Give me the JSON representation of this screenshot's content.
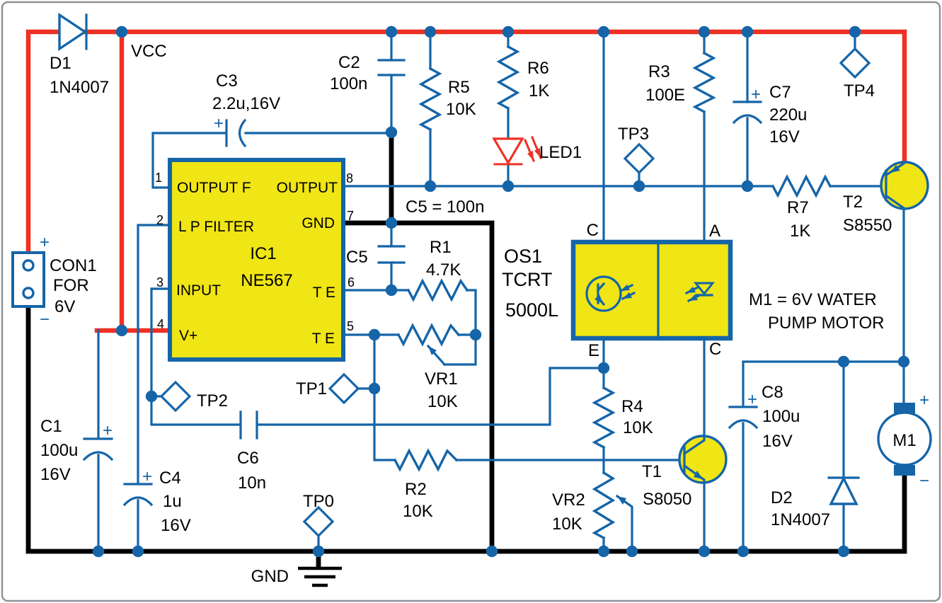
{
  "colors": {
    "wire": "#1565a8",
    "power": "#ee3124",
    "ground": "#000000",
    "compfill": "#f0e515",
    "text": "#000000",
    "border": "#8e9398"
  },
  "power": {
    "vcc": "VCC",
    "gnd": "GND",
    "plus": "+",
    "minus": "−"
  },
  "connector": {
    "ref": "CON1",
    "line2": "FOR",
    "line3": "6V"
  },
  "ic1": {
    "ref": "IC1",
    "part": "NE567",
    "pins": {
      "p1": {
        "num": "1",
        "label": "OUTPUT F"
      },
      "p2": {
        "num": "2",
        "label": "L P FILTER"
      },
      "p3": {
        "num": "3",
        "label": "INPUT"
      },
      "p4": {
        "num": "4",
        "label": "V+"
      },
      "p5": {
        "num": "5",
        "label": "T E"
      },
      "p6": {
        "num": "6",
        "label": "T E"
      },
      "p7": {
        "num": "7",
        "label": "GND"
      },
      "p8": {
        "num": "8",
        "label": "OUTPUT"
      }
    }
  },
  "os1": {
    "ref": "OS1",
    "part1": "TCRT",
    "part2": "5000L",
    "pin_tl": "C",
    "pin_tr": "A",
    "pin_bl": "E",
    "pin_br": "C"
  },
  "resistors": {
    "r1": {
      "ref": "R1",
      "value": "4.7K"
    },
    "r2": {
      "ref": "R2",
      "value": "10K"
    },
    "r3": {
      "ref": "R3",
      "value": "100E"
    },
    "r4": {
      "ref": "R4",
      "value": "10K"
    },
    "r5": {
      "ref": "R5",
      "value": "10K"
    },
    "r6": {
      "ref": "R6",
      "value": "1K"
    },
    "r7": {
      "ref": "R7",
      "value": "1K"
    },
    "vr1": {
      "ref": "VR1",
      "value": "10K"
    },
    "vr2": {
      "ref": "VR2",
      "value": "10K"
    }
  },
  "capacitors": {
    "c1": {
      "ref": "C1",
      "value": "100u",
      "volt": "16V"
    },
    "c2": {
      "ref": "C2",
      "value": "100n"
    },
    "c3": {
      "ref": "C3",
      "value": "2.2u,16V"
    },
    "c4": {
      "ref": "C4",
      "value": "1u",
      "volt": "16V"
    },
    "c5": {
      "ref": "C5"
    },
    "c6": {
      "ref": "C6",
      "value": "10n"
    },
    "c7": {
      "ref": "C7",
      "value": "220u",
      "volt": "16V"
    },
    "c8": {
      "ref": "C8",
      "value": "100u",
      "volt": "16V"
    }
  },
  "diodes": {
    "d1": {
      "ref": "D1",
      "value": "1N4007"
    },
    "d2": {
      "ref": "D2",
      "value": "1N4007"
    },
    "led1": {
      "ref": "LED1"
    }
  },
  "transistors": {
    "t1": {
      "ref": "T1",
      "part": "S8050"
    },
    "t2": {
      "ref": "T2",
      "part": "S8550"
    }
  },
  "motor": {
    "ref": "M1"
  },
  "test_points": {
    "tp0": "TP0",
    "tp1": "TP1",
    "tp2": "TP2",
    "tp3": "TP3",
    "tp4": "TP4"
  },
  "notes": {
    "c5": "C5 = 100n",
    "motor1": "M1 = 6V WATER",
    "motor2": "PUMP MOTOR"
  }
}
